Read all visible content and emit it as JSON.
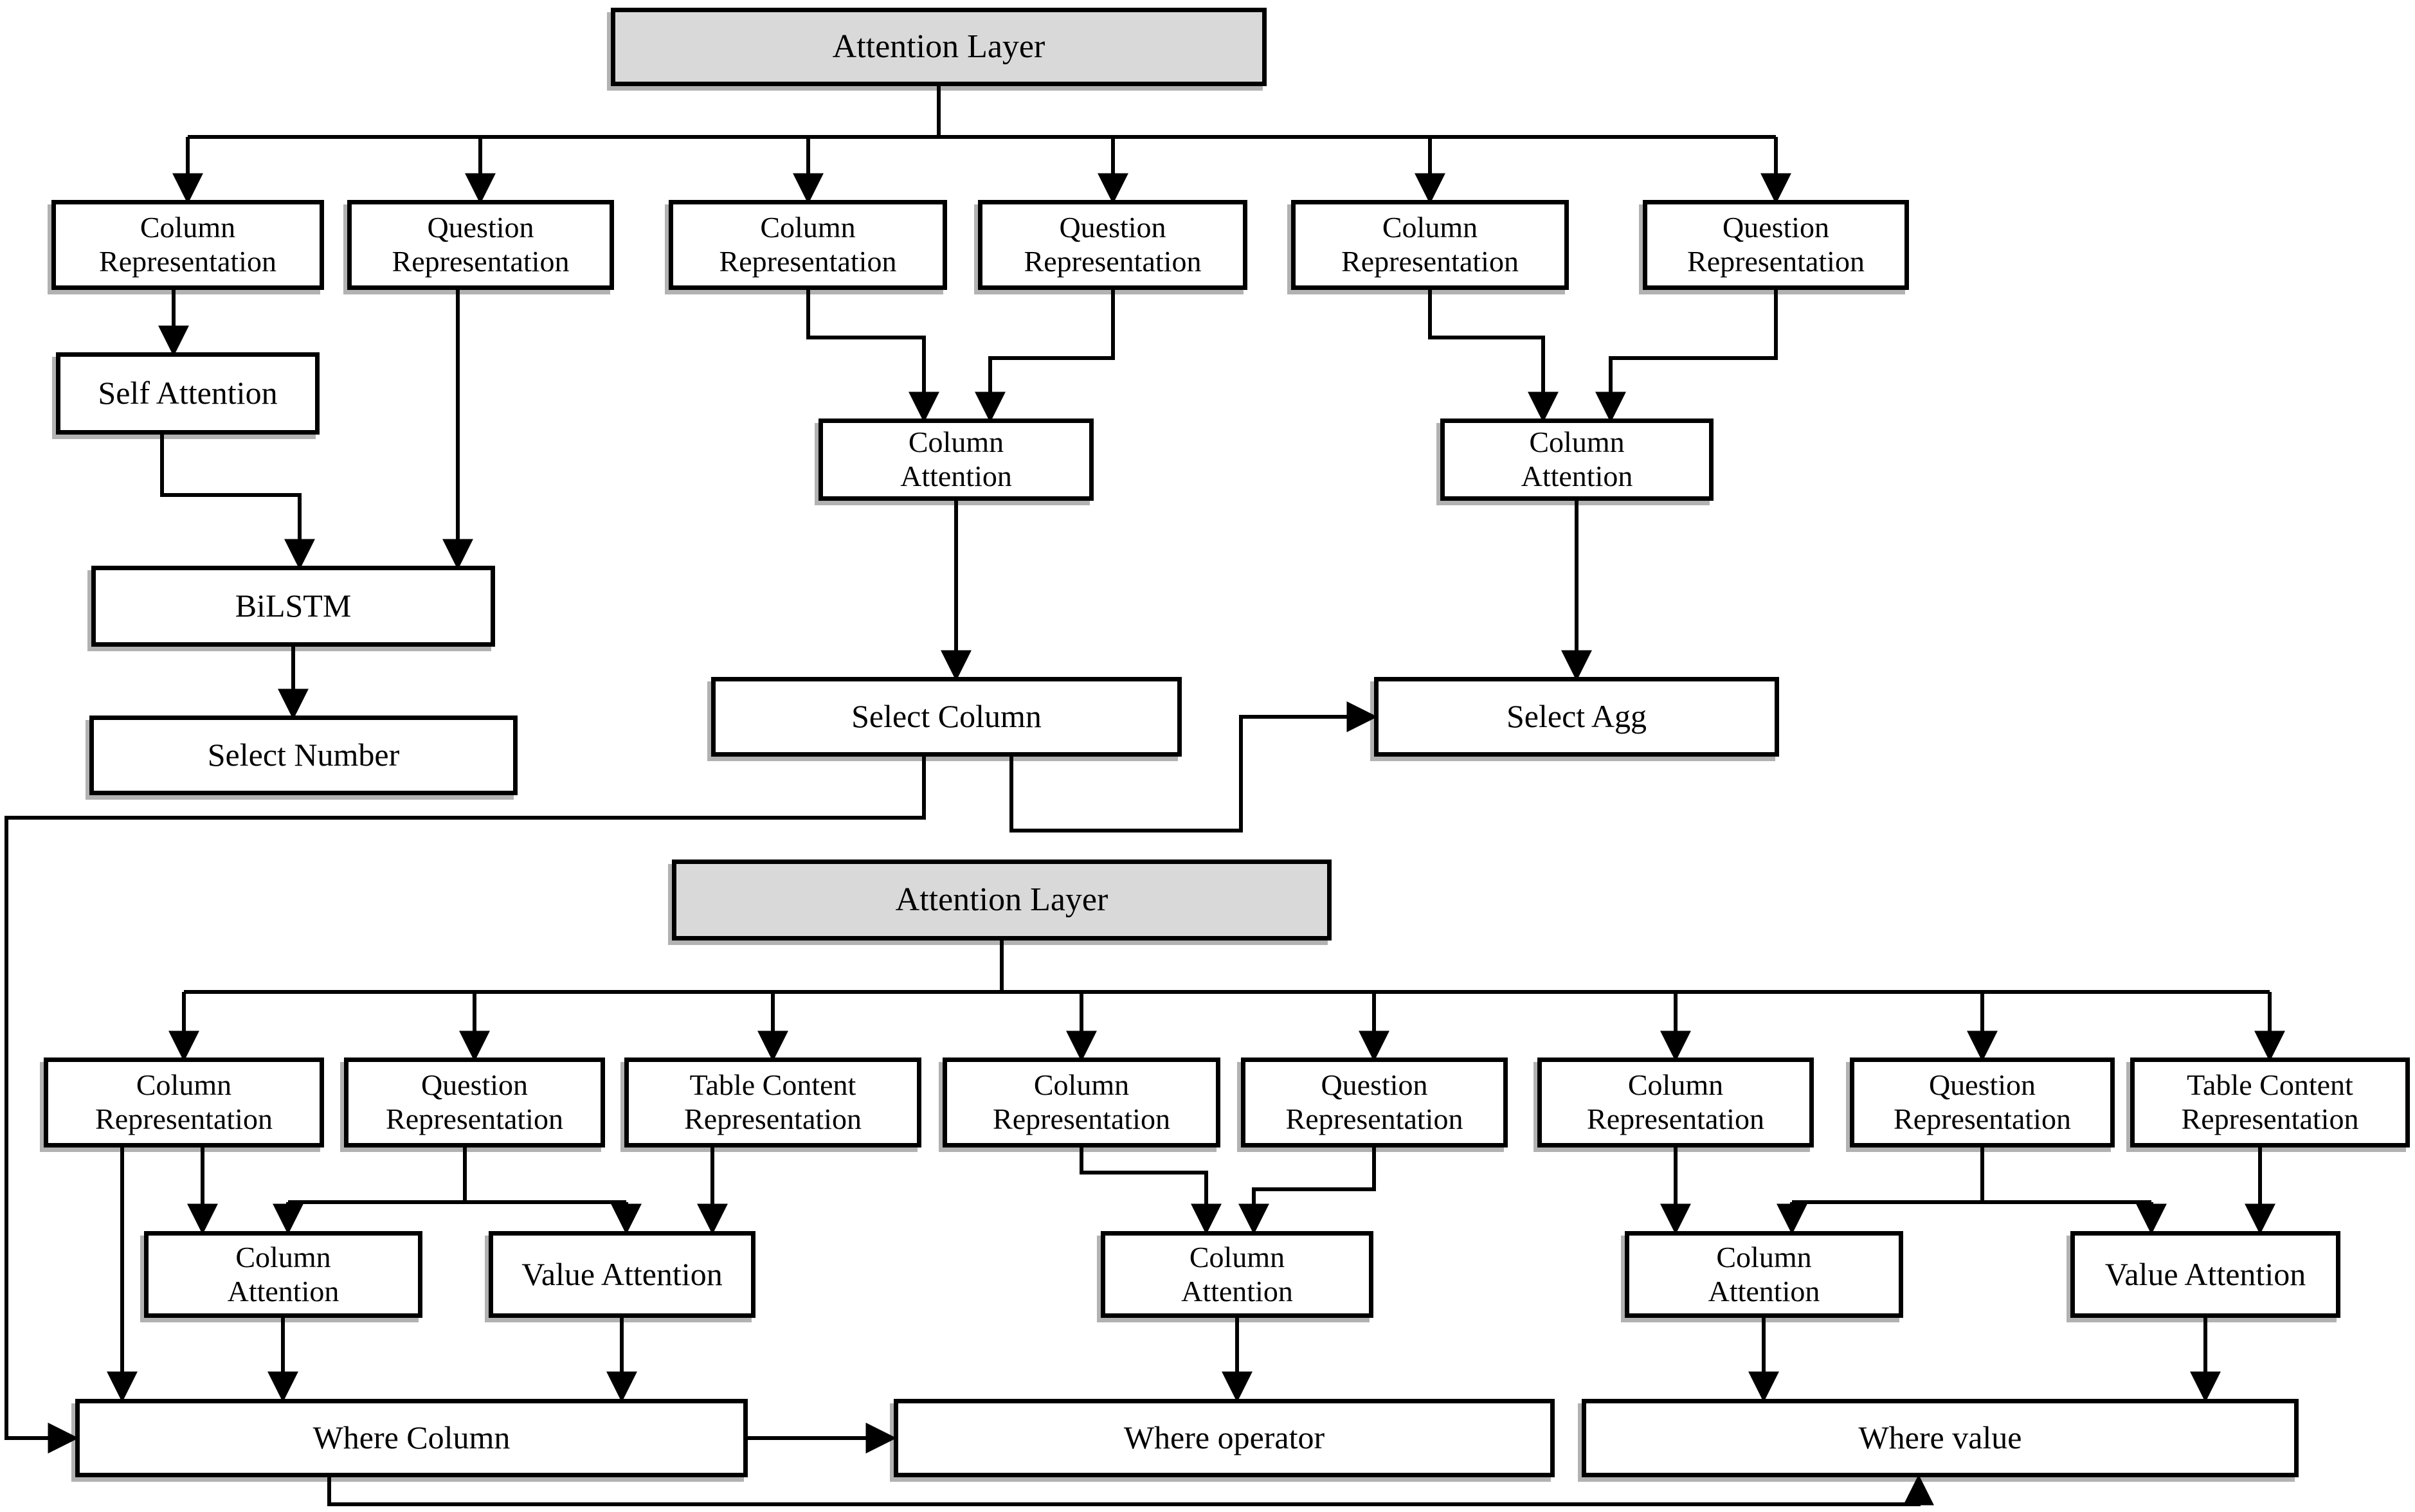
{
  "figure": {
    "kind": "flowchart",
    "background": "#ffffff"
  },
  "colors": {
    "box_fill": "#ffffff",
    "box_border": "#000000",
    "highlight_fill": "#d9d9d9",
    "connector": "#000000",
    "text": "#000000"
  },
  "nodes": {
    "attention_layer_top": {
      "label": "Attention Layer"
    },
    "sel_col_rep": {
      "label": "Column\nRepresentation"
    },
    "sel_q_rep": {
      "label": "Question\nRepresentation"
    },
    "selcol_col_rep": {
      "label": "Column\nRepresentation"
    },
    "selcol_q_rep": {
      "label": "Question\nRepresentation"
    },
    "selagg_col_rep": {
      "label": "Column\nRepresentation"
    },
    "selagg_q_rep": {
      "label": "Question\nRepresentation"
    },
    "self_attention": {
      "label": "Self Attention"
    },
    "col_attention_selcol": {
      "label": "Column\nAttention"
    },
    "col_attention_selagg": {
      "label": "Column\nAttention"
    },
    "bilstm": {
      "label": "BiLSTM"
    },
    "select_number": {
      "label": "Select Number"
    },
    "select_column": {
      "label": "Select Column"
    },
    "select_agg": {
      "label": "Select Agg"
    },
    "attention_layer_bottom": {
      "label": "Attention Layer"
    },
    "wc_col_rep": {
      "label": "Column\nRepresentation"
    },
    "wc_q_rep": {
      "label": "Question\nRepresentation"
    },
    "wc_tc_rep": {
      "label": "Table Content\nRepresentation"
    },
    "wo_col_rep": {
      "label": "Column\nRepresentation"
    },
    "wo_q_rep": {
      "label": "Question\nRepresentation"
    },
    "wv_col_rep": {
      "label": "Column\nRepresentation"
    },
    "wv_q_rep": {
      "label": "Question\nRepresentation"
    },
    "wv_tc_rep": {
      "label": "Table Content\nRepresentation"
    },
    "col_attention_wc": {
      "label": "Column\nAttention"
    },
    "value_attention_wc": {
      "label": "Value Attention"
    },
    "col_attention_wo": {
      "label": "Column\nAttention"
    },
    "col_attention_wv": {
      "label": "Column\nAttention"
    },
    "value_attention_wv": {
      "label": "Value Attention"
    },
    "where_column": {
      "label": "Where Column"
    },
    "where_operator": {
      "label": "Where operator"
    },
    "where_value": {
      "label": "Where value"
    }
  },
  "edges": [
    {
      "from": "attention_layer_top",
      "to": "sel_col_rep"
    },
    {
      "from": "attention_layer_top",
      "to": "sel_q_rep"
    },
    {
      "from": "attention_layer_top",
      "to": "selcol_col_rep"
    },
    {
      "from": "attention_layer_top",
      "to": "selcol_q_rep"
    },
    {
      "from": "attention_layer_top",
      "to": "selagg_col_rep"
    },
    {
      "from": "attention_layer_top",
      "to": "selagg_q_rep"
    },
    {
      "from": "sel_col_rep",
      "to": "self_attention"
    },
    {
      "from": "self_attention",
      "to": "bilstm"
    },
    {
      "from": "sel_q_rep",
      "to": "bilstm"
    },
    {
      "from": "bilstm",
      "to": "select_number"
    },
    {
      "from": "selcol_col_rep",
      "to": "col_attention_selcol"
    },
    {
      "from": "selcol_q_rep",
      "to": "col_attention_selcol"
    },
    {
      "from": "col_attention_selcol",
      "to": "select_column"
    },
    {
      "from": "selagg_col_rep",
      "to": "col_attention_selagg"
    },
    {
      "from": "selagg_q_rep",
      "to": "col_attention_selagg"
    },
    {
      "from": "col_attention_selagg",
      "to": "select_agg"
    },
    {
      "from": "select_column",
      "to": "select_agg"
    },
    {
      "from": "select_column",
      "to": "where_column"
    },
    {
      "from": "attention_layer_bottom",
      "to": "wc_col_rep"
    },
    {
      "from": "attention_layer_bottom",
      "to": "wc_q_rep"
    },
    {
      "from": "attention_layer_bottom",
      "to": "wc_tc_rep"
    },
    {
      "from": "attention_layer_bottom",
      "to": "wo_col_rep"
    },
    {
      "from": "attention_layer_bottom",
      "to": "wo_q_rep"
    },
    {
      "from": "attention_layer_bottom",
      "to": "wv_col_rep"
    },
    {
      "from": "attention_layer_bottom",
      "to": "wv_q_rep"
    },
    {
      "from": "attention_layer_bottom",
      "to": "wv_tc_rep"
    },
    {
      "from": "wc_col_rep",
      "to": "where_column"
    },
    {
      "from": "wc_col_rep",
      "to": "col_attention_wc"
    },
    {
      "from": "wc_q_rep",
      "to": "col_attention_wc"
    },
    {
      "from": "wc_q_rep",
      "to": "value_attention_wc"
    },
    {
      "from": "wc_tc_rep",
      "to": "value_attention_wc"
    },
    {
      "from": "col_attention_wc",
      "to": "where_column"
    },
    {
      "from": "value_attention_wc",
      "to": "where_column"
    },
    {
      "from": "wo_col_rep",
      "to": "col_attention_wo"
    },
    {
      "from": "wo_q_rep",
      "to": "col_attention_wo"
    },
    {
      "from": "col_attention_wo",
      "to": "where_operator"
    },
    {
      "from": "wv_col_rep",
      "to": "col_attention_wv"
    },
    {
      "from": "wv_q_rep",
      "to": "col_attention_wv"
    },
    {
      "from": "wv_q_rep",
      "to": "value_attention_wv"
    },
    {
      "from": "wv_tc_rep",
      "to": "value_attention_wv"
    },
    {
      "from": "col_attention_wv",
      "to": "where_value"
    },
    {
      "from": "value_attention_wv",
      "to": "where_value"
    },
    {
      "from": "where_column",
      "to": "where_operator"
    },
    {
      "from": "where_column",
      "to": "where_value"
    }
  ]
}
